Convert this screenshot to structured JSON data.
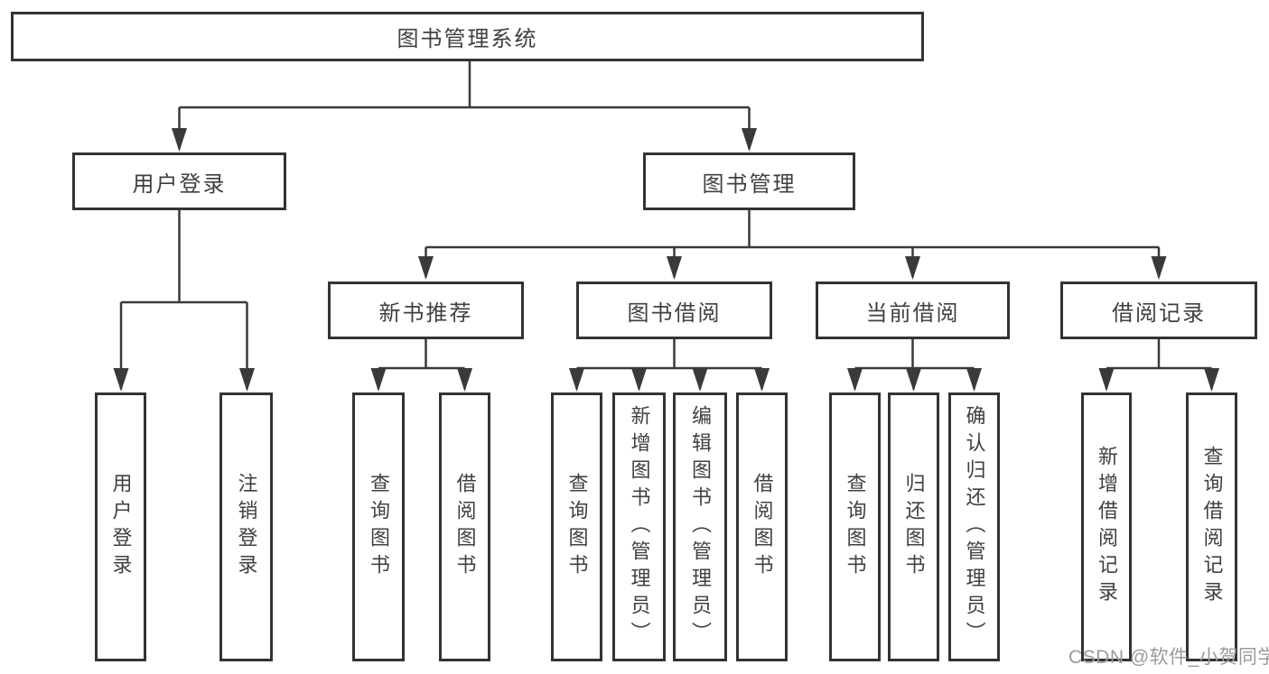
{
  "diagram": {
    "root": {
      "label": "图书管理系统"
    },
    "level2": [
      {
        "label": "用户登录"
      },
      {
        "label": "图书管理"
      }
    ],
    "level3": [
      {
        "label": "新书推荐"
      },
      {
        "label": "图书借阅"
      },
      {
        "label": "当前借阅"
      },
      {
        "label": "借阅记录"
      }
    ],
    "leaves": [
      [
        "用户登录",
        "注销登录"
      ],
      [
        "查询图书",
        "借阅图书"
      ],
      [
        "查询图书",
        "新增图书（管理员）",
        "编辑图书（管理员）",
        "借阅图书"
      ],
      [
        "查询图书",
        "归还图书",
        "确认归还（管理员）"
      ],
      [
        "新增借阅记录",
        "查询借阅记录"
      ]
    ]
  },
  "watermark": {
    "text": "CSDN @软件_小贺同学"
  },
  "colors": {
    "line": "#3a3a3a",
    "box_border": "#333333",
    "box_background": "#ffffff",
    "text": "#404040",
    "watermark": "#9b9b9b",
    "page_background": "#ffffff"
  }
}
